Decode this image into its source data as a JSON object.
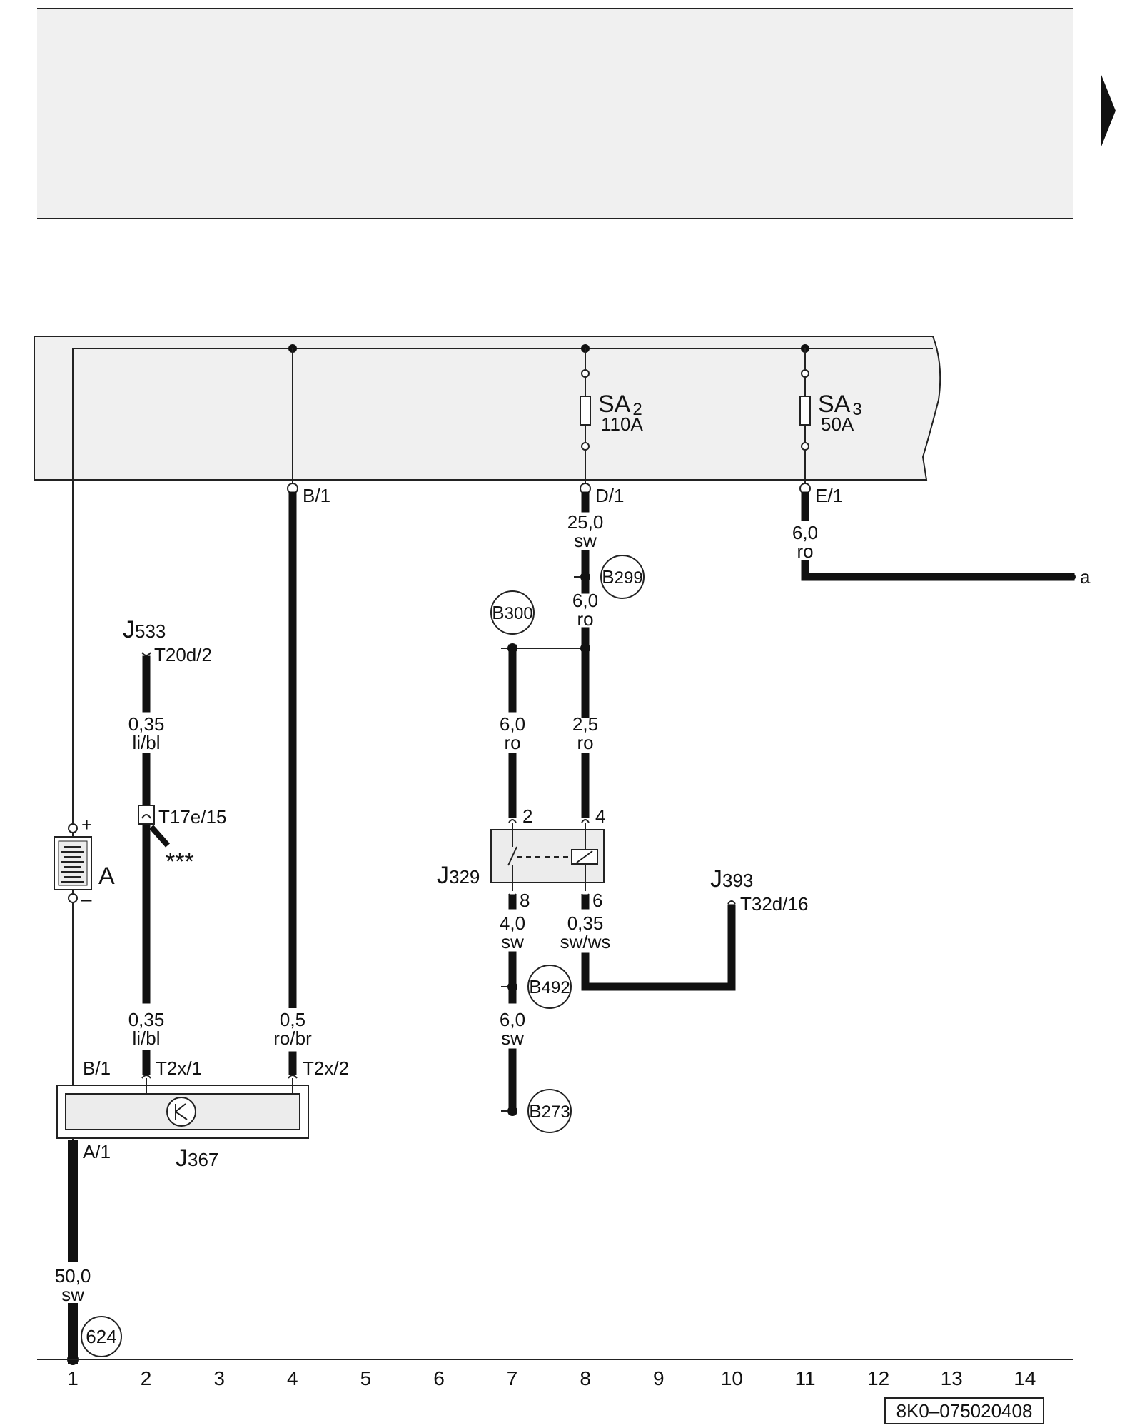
{
  "diagram_code": "8K0–075020408",
  "columns": [
    "1",
    "2",
    "3",
    "4",
    "5",
    "6",
    "7",
    "8",
    "9",
    "10",
    "11",
    "12",
    "13",
    "14"
  ],
  "components": {
    "battery": {
      "label": "A",
      "plus": "+",
      "minus": "–"
    },
    "sa2": {
      "name": "SA",
      "index": "2",
      "rating": "110A"
    },
    "sa3": {
      "name": "SA",
      "index": "3",
      "rating": "50A"
    },
    "j533": {
      "name": "J",
      "index": "533",
      "pin": "T20d/2"
    },
    "j329": {
      "name": "J",
      "index": "329",
      "pin2": "2",
      "pin4": "4",
      "pin8": "8",
      "pin6": "6"
    },
    "j393": {
      "name": "J",
      "index": "393",
      "pin": "T32d/16"
    },
    "j367": {
      "name": "J",
      "index": "367",
      "pin_b1": "B/1",
      "pin_a1": "A/1",
      "pin_t2x1": "T2x/1",
      "pin_t2x2": "T2x/2"
    }
  },
  "connectors": {
    "b1": "B/1",
    "d1": "D/1",
    "e1": "E/1",
    "t17e15": "T17e/15",
    "stars": "***",
    "arrow_a": "a"
  },
  "grounds": {
    "b299": {
      "name": "B",
      "index": "299"
    },
    "b300": {
      "name": "B",
      "index": "300"
    },
    "b492": {
      "name": "B",
      "index": "492"
    },
    "b273": {
      "name": "B",
      "index": "273"
    },
    "g624": "624"
  },
  "wires": {
    "w_d1": {
      "size": "25,0",
      "color": "sw"
    },
    "w_e1": {
      "size": "6,0",
      "color": "ro"
    },
    "w_b299": {
      "size": "6,0",
      "color": "ro"
    },
    "w_j533a": {
      "size": "0,35",
      "color": "li/bl"
    },
    "w_j533b": {
      "size": "0,35",
      "color": "li/bl"
    },
    "w_b300": {
      "size": "6,0",
      "color": "ro"
    },
    "w_pin4": {
      "size": "2,5",
      "color": "ro"
    },
    "w_pin8": {
      "size": "4,0",
      "color": "sw"
    },
    "w_pin6": {
      "size": "0,35",
      "color": "sw/ws"
    },
    "w_b492": {
      "size": "6,0",
      "color": "sw"
    },
    "w_col4": {
      "size": "0,5",
      "color": "ro/br"
    },
    "w_624": {
      "size": "50,0",
      "color": "sw"
    }
  },
  "colors": {
    "ink": "#111111",
    "panel": "#f0f0f0",
    "module": "#ececec"
  }
}
